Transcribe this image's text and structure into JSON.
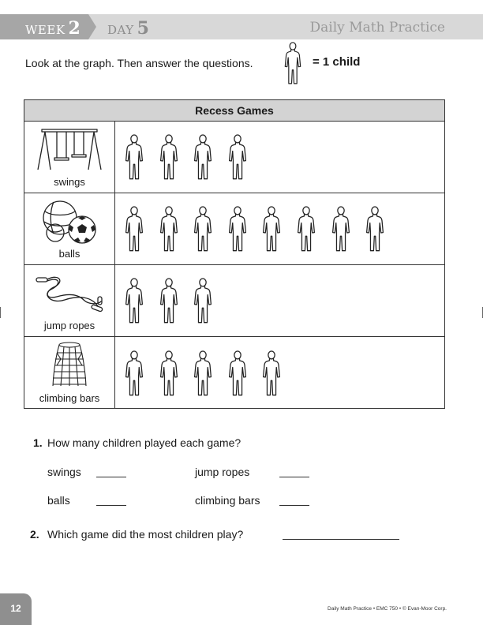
{
  "header": {
    "week_label": "WEEK",
    "week_number": "2",
    "day_label": "DAY",
    "day_number": "5",
    "title": "Daily Math Practice"
  },
  "instruction": "Look at the graph. Then answer the questions.",
  "key": {
    "icon": "child-figure-icon",
    "equals_text": "= 1 child"
  },
  "graph": {
    "title": "Recess Games",
    "rows": [
      {
        "label": "swings",
        "icon": "swing-set-icon",
        "count": 4
      },
      {
        "label": "balls",
        "icon": "balls-icon",
        "count": 8
      },
      {
        "label": "jump ropes",
        "icon": "jump-rope-icon",
        "count": 3
      },
      {
        "label": "climbing bars",
        "icon": "climbing-dome-icon",
        "count": 5
      }
    ]
  },
  "chart_data": {
    "type": "table",
    "title": "Recess Games",
    "categories": [
      "swings",
      "balls",
      "jump ropes",
      "climbing bars"
    ],
    "values": [
      4,
      8,
      3,
      5
    ]
  },
  "questions": {
    "q1": {
      "number": "1.",
      "text": "How many children played each game?",
      "items": [
        "swings",
        "jump ropes",
        "balls",
        "climbing bars"
      ]
    },
    "q2": {
      "number": "2.",
      "text": "Which game did the most children play?"
    }
  },
  "footer": {
    "page_number": "12",
    "credit": "Daily Math Practice • EMC 750 • © Evan-Moor Corp."
  },
  "colors": {
    "header_bg": "#d8d8d8",
    "week_tab": "#a6a6a6",
    "table_header": "#d3d3d3",
    "page_tab": "#8f8f8f"
  }
}
